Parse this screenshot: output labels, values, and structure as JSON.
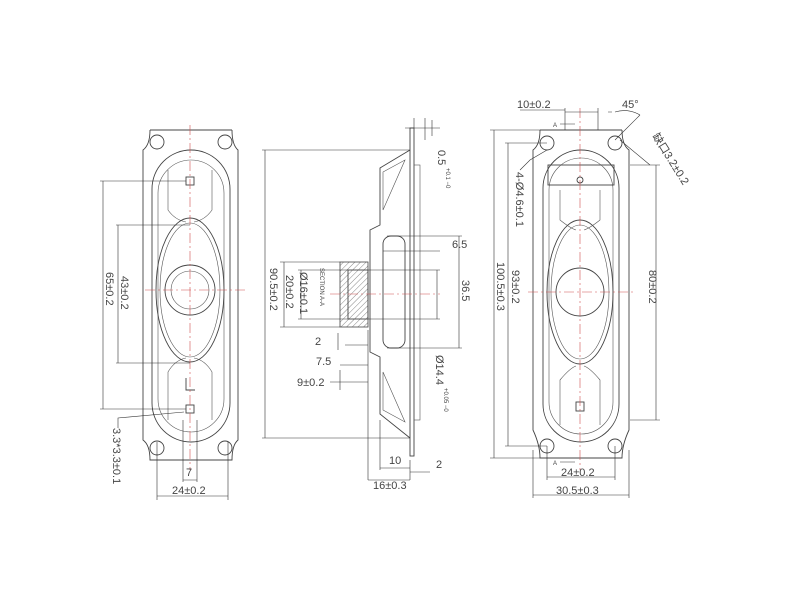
{
  "front_view": {
    "dim_65": "65±0.2",
    "dim_43": "43±0.2",
    "dim_pad": "3.3*3.3±0.1",
    "dim_7": "7",
    "dim_24": "24±0.2"
  },
  "section_view": {
    "dim_90_5": "90.5±0.2",
    "dim_20": "20±0.2",
    "dim_16": "Ø16±0.1",
    "section_label": "SECTION A-A",
    "dim_0_5": "0.5",
    "dim_0_5_tol": "+0.1 −0",
    "dim_6_5": "6.5",
    "dim_36_5": "36.5",
    "dim_14_4": "Ø14.4",
    "dim_14_4_tol": "+0.05 −0",
    "dim_2a": "2",
    "dim_7_5": "7.5",
    "dim_9": "9±0.2",
    "dim_10": "10",
    "dim_2b": "2",
    "dim_16_depth": "16±0.3"
  },
  "back_view": {
    "dim_10": "10±0.2",
    "angle_45": "45°",
    "notch": "缺口3.2±0.2",
    "holes": "4-Ø4.6±0.1",
    "dim_100_5": "100.5±0.3",
    "dim_93": "93±0.2",
    "dim_80": "80±0.2",
    "dim_24": "24±0.2",
    "dim_30_5": "30.5±0.3",
    "section_mark_top": "A",
    "section_mark_bottom": "A"
  }
}
